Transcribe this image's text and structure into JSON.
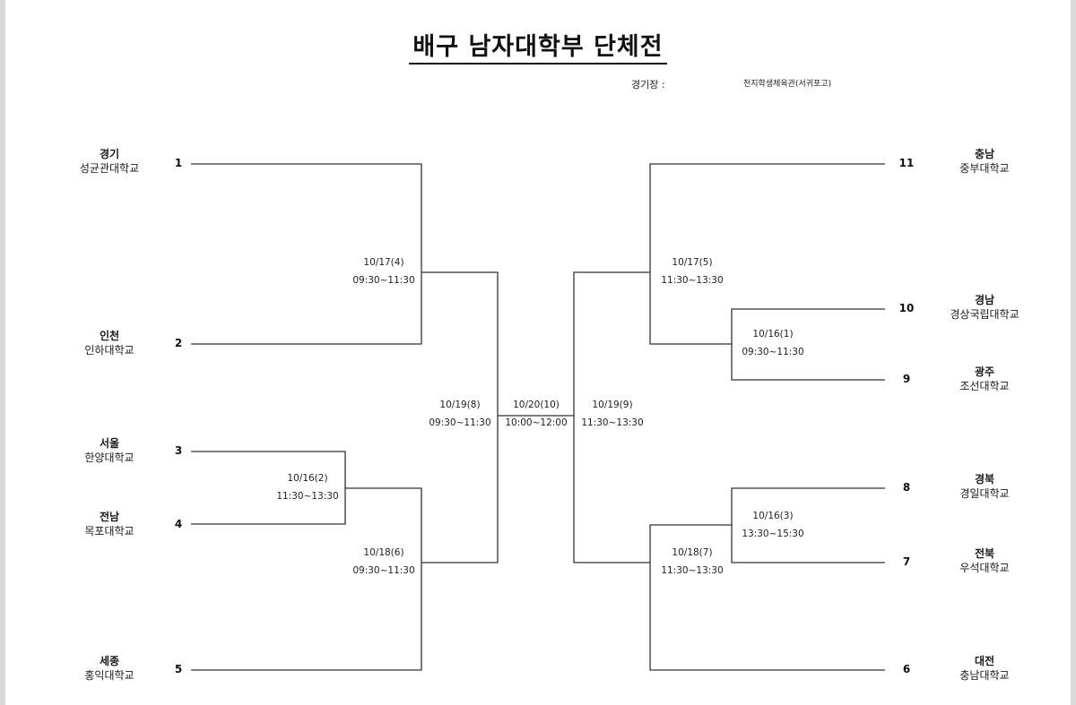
{
  "title": "배구 남자대학부 단체전",
  "venue": {
    "label": "경기장 :",
    "name": "천지학생체육관(서귀포고)"
  },
  "teams": [
    {
      "seed": "1",
      "region": "경기",
      "school": "성균관대학교"
    },
    {
      "seed": "2",
      "region": "인천",
      "school": "인하대학교"
    },
    {
      "seed": "3",
      "region": "서울",
      "school": "한양대학교"
    },
    {
      "seed": "4",
      "region": "전남",
      "school": "목포대학교"
    },
    {
      "seed": "5",
      "region": "세종",
      "school": "홍익대학교"
    },
    {
      "seed": "11",
      "region": "충남",
      "school": "중부대학교"
    },
    {
      "seed": "10",
      "region": "경남",
      "school": "경상국립대학교"
    },
    {
      "seed": "9",
      "region": "광주",
      "school": "조선대학교"
    },
    {
      "seed": "8",
      "region": "경북",
      "school": "경일대학교"
    },
    {
      "seed": "7",
      "region": "전북",
      "school": "우석대학교"
    },
    {
      "seed": "6",
      "region": "대전",
      "school": "충남대학교"
    }
  ],
  "matches": [
    {
      "date": "10/17(4)",
      "time": "09:30~11:30"
    },
    {
      "date": "10/16(2)",
      "time": "11:30~13:30"
    },
    {
      "date": "10/18(6)",
      "time": "09:30~11:30"
    },
    {
      "date": "10/19(8)",
      "time": "09:30~11:30"
    },
    {
      "date": "10/20(10)",
      "time": "10:00~12:00"
    },
    {
      "date": "10/19(9)",
      "time": "11:30~13:30"
    },
    {
      "date": "10/17(5)",
      "time": "11:30~13:30"
    },
    {
      "date": "10/16(1)",
      "time": "09:30~11:30"
    },
    {
      "date": "10/16(3)",
      "time": "13:30~15:30"
    },
    {
      "date": "10/18(7)",
      "time": "11:30~13:30"
    }
  ]
}
